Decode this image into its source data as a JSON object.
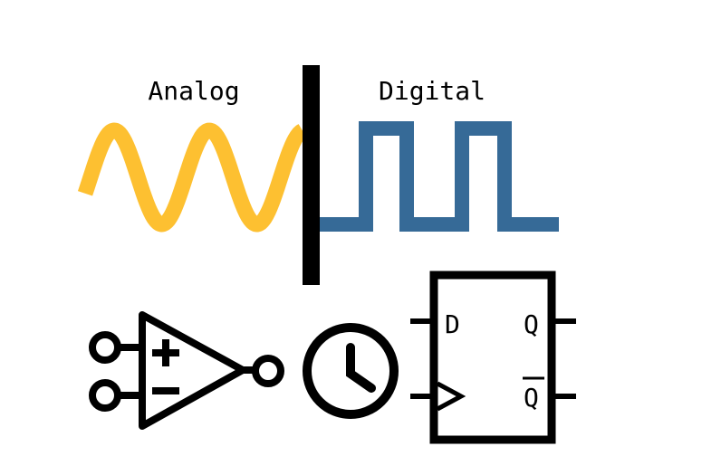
{
  "labels": {
    "analog": "Analog",
    "digital": "Digital"
  },
  "flipflop": {
    "d_pin": "D",
    "q_pin": "Q",
    "qbar_pin": "Q"
  },
  "colors": {
    "analog_wave": "#FDC031",
    "digital_wave": "#366A97",
    "ink": "#000000"
  },
  "icons": [
    "sine-wave-icon",
    "square-wave-icon",
    "op-amp-icon",
    "clock-icon",
    "d-flip-flop-icon"
  ]
}
